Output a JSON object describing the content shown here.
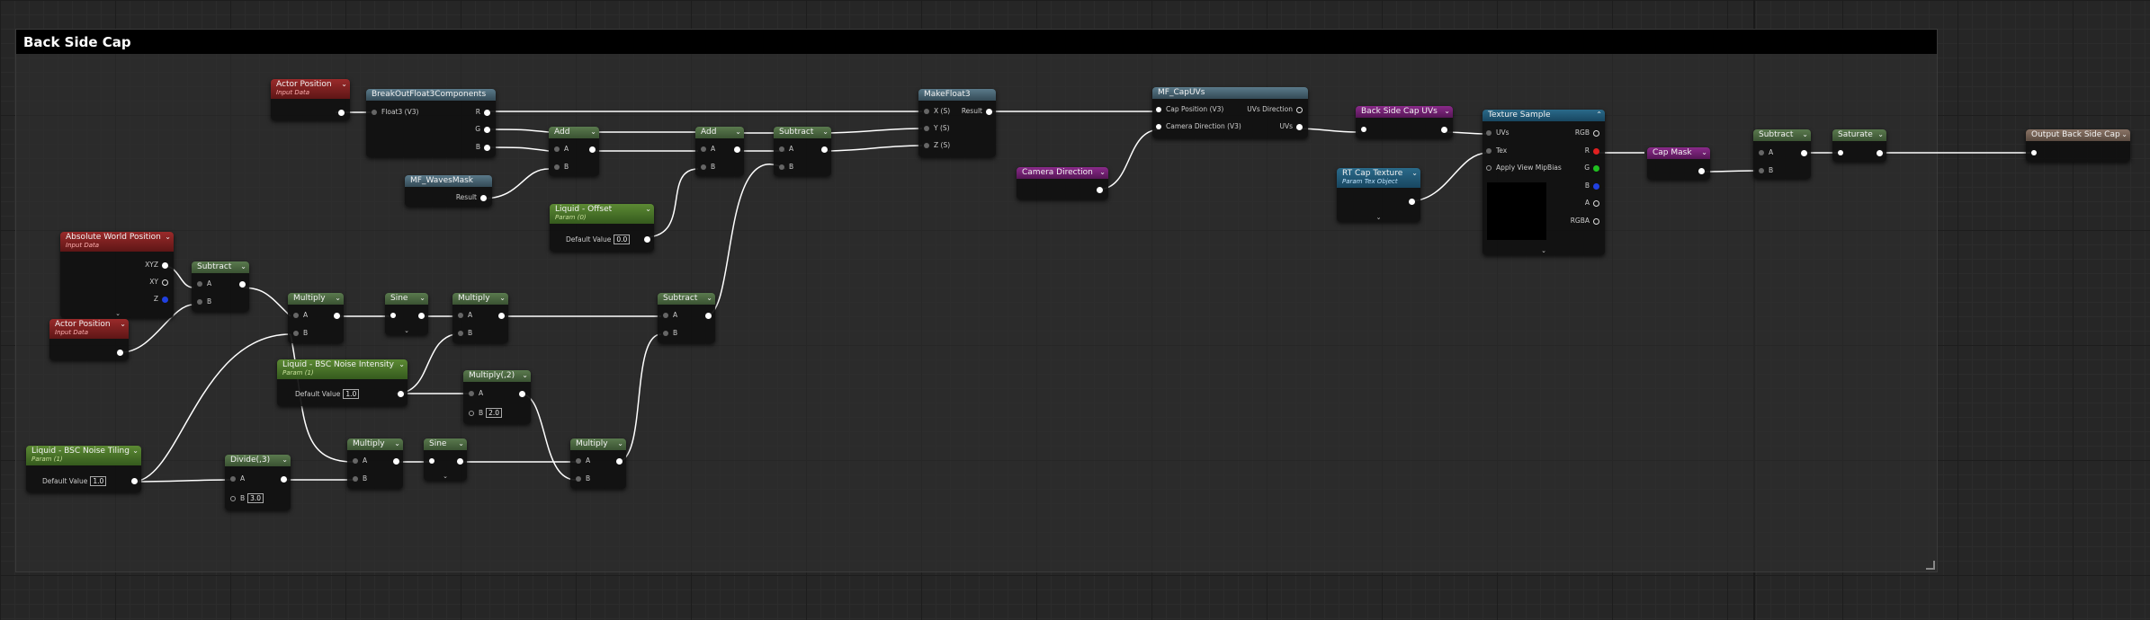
{
  "graph": {
    "comment_title": "Back Side Cap"
  },
  "nodes": {
    "actor_position_top": {
      "title": "Actor Position",
      "subtitle": "Input Data"
    },
    "break_out": {
      "title": "BreakOutFloat3Components",
      "in": "Float3 (V3)",
      "outs": [
        "R",
        "G",
        "B"
      ]
    },
    "add1": {
      "title": "Add",
      "a": "A",
      "b": "B"
    },
    "add2": {
      "title": "Add",
      "a": "A",
      "b": "B"
    },
    "subtract_top": {
      "title": "Subtract",
      "a": "A",
      "b": "B"
    },
    "make_float3": {
      "title": "MakeFloat3",
      "x": "X (S)",
      "y": "Y (S)",
      "z": "Z (S)",
      "out": "Result"
    },
    "waves_mask": {
      "title": "MF_WavesMask",
      "out": "Result"
    },
    "liquid_offset": {
      "title": "Liquid - Offset",
      "subtitle": "Param (0)",
      "label": "Default Value",
      "value": "0.0"
    },
    "mf_capuvs": {
      "title": "MF_CapUVs",
      "in1": "Cap Position (V3)",
      "in2": "Camera Direction (V3)",
      "out1": "UVs Direction",
      "out2": "UVs"
    },
    "camera_direction": {
      "title": "Camera Direction"
    },
    "back_side_cap_uvs": {
      "title": "Back Side Cap UVs"
    },
    "rt_cap_texture": {
      "title": "RT Cap Texture",
      "subtitle": "Param Tex Object"
    },
    "texture_sample": {
      "title": "Texture Sample",
      "in_uvs": "UVs",
      "in_tex": "Tex",
      "in_apply": "Apply View MipBias",
      "outs": [
        "RGB",
        "R",
        "G",
        "B",
        "A",
        "RGBA"
      ]
    },
    "cap_mask": {
      "title": "Cap Mask"
    },
    "subtract_right": {
      "title": "Subtract",
      "a": "A",
      "b": "B"
    },
    "saturate": {
      "title": "Saturate"
    },
    "output": {
      "title": "Output Back Side Cap"
    },
    "abs_world_pos": {
      "title": "Absolute World Position",
      "subtitle": "Input Data",
      "outs": [
        "XYZ",
        "XY",
        "Z"
      ]
    },
    "subtract_left": {
      "title": "Subtract",
      "a": "A",
      "b": "B"
    },
    "actor_position_left": {
      "title": "Actor Position",
      "subtitle": "Input Data"
    },
    "multiply1": {
      "title": "Multiply",
      "a": "A",
      "b": "B"
    },
    "sine1": {
      "title": "Sine"
    },
    "multiply2": {
      "title": "Multiply",
      "a": "A",
      "b": "B"
    },
    "subtract_mid": {
      "title": "Subtract",
      "a": "A",
      "b": "B"
    },
    "noise_intensity": {
      "title": "Liquid - BSC Noise Intensity",
      "subtitle": "Param (1)",
      "label": "Default Value",
      "value": "1.0"
    },
    "multiply_2": {
      "title": "Multiply(,2)",
      "a": "A",
      "b_label": "B",
      "b_value": "2.0"
    },
    "noise_tiling": {
      "title": "Liquid - BSC Noise Tiling",
      "subtitle": "Param (1)",
      "label": "Default Value",
      "value": "1.0"
    },
    "divide_3": {
      "title": "Divide(,3)",
      "a": "A",
      "b_label": "B",
      "b_value": "3.0"
    },
    "multiply3": {
      "title": "Multiply",
      "a": "A",
      "b": "B"
    },
    "sine2": {
      "title": "Sine"
    },
    "multiply4": {
      "title": "Multiply",
      "a": "A",
      "b": "B"
    }
  },
  "colors": {
    "math_header": "#4a6a40",
    "param_header": "#4a7a2a",
    "input_header": "#8a2222",
    "function_header": "#4a6a7a",
    "texture_header": "#235a78",
    "vector_param_header": "#7a227a",
    "output_header": "#7a6658",
    "wire": "#ffffff"
  }
}
